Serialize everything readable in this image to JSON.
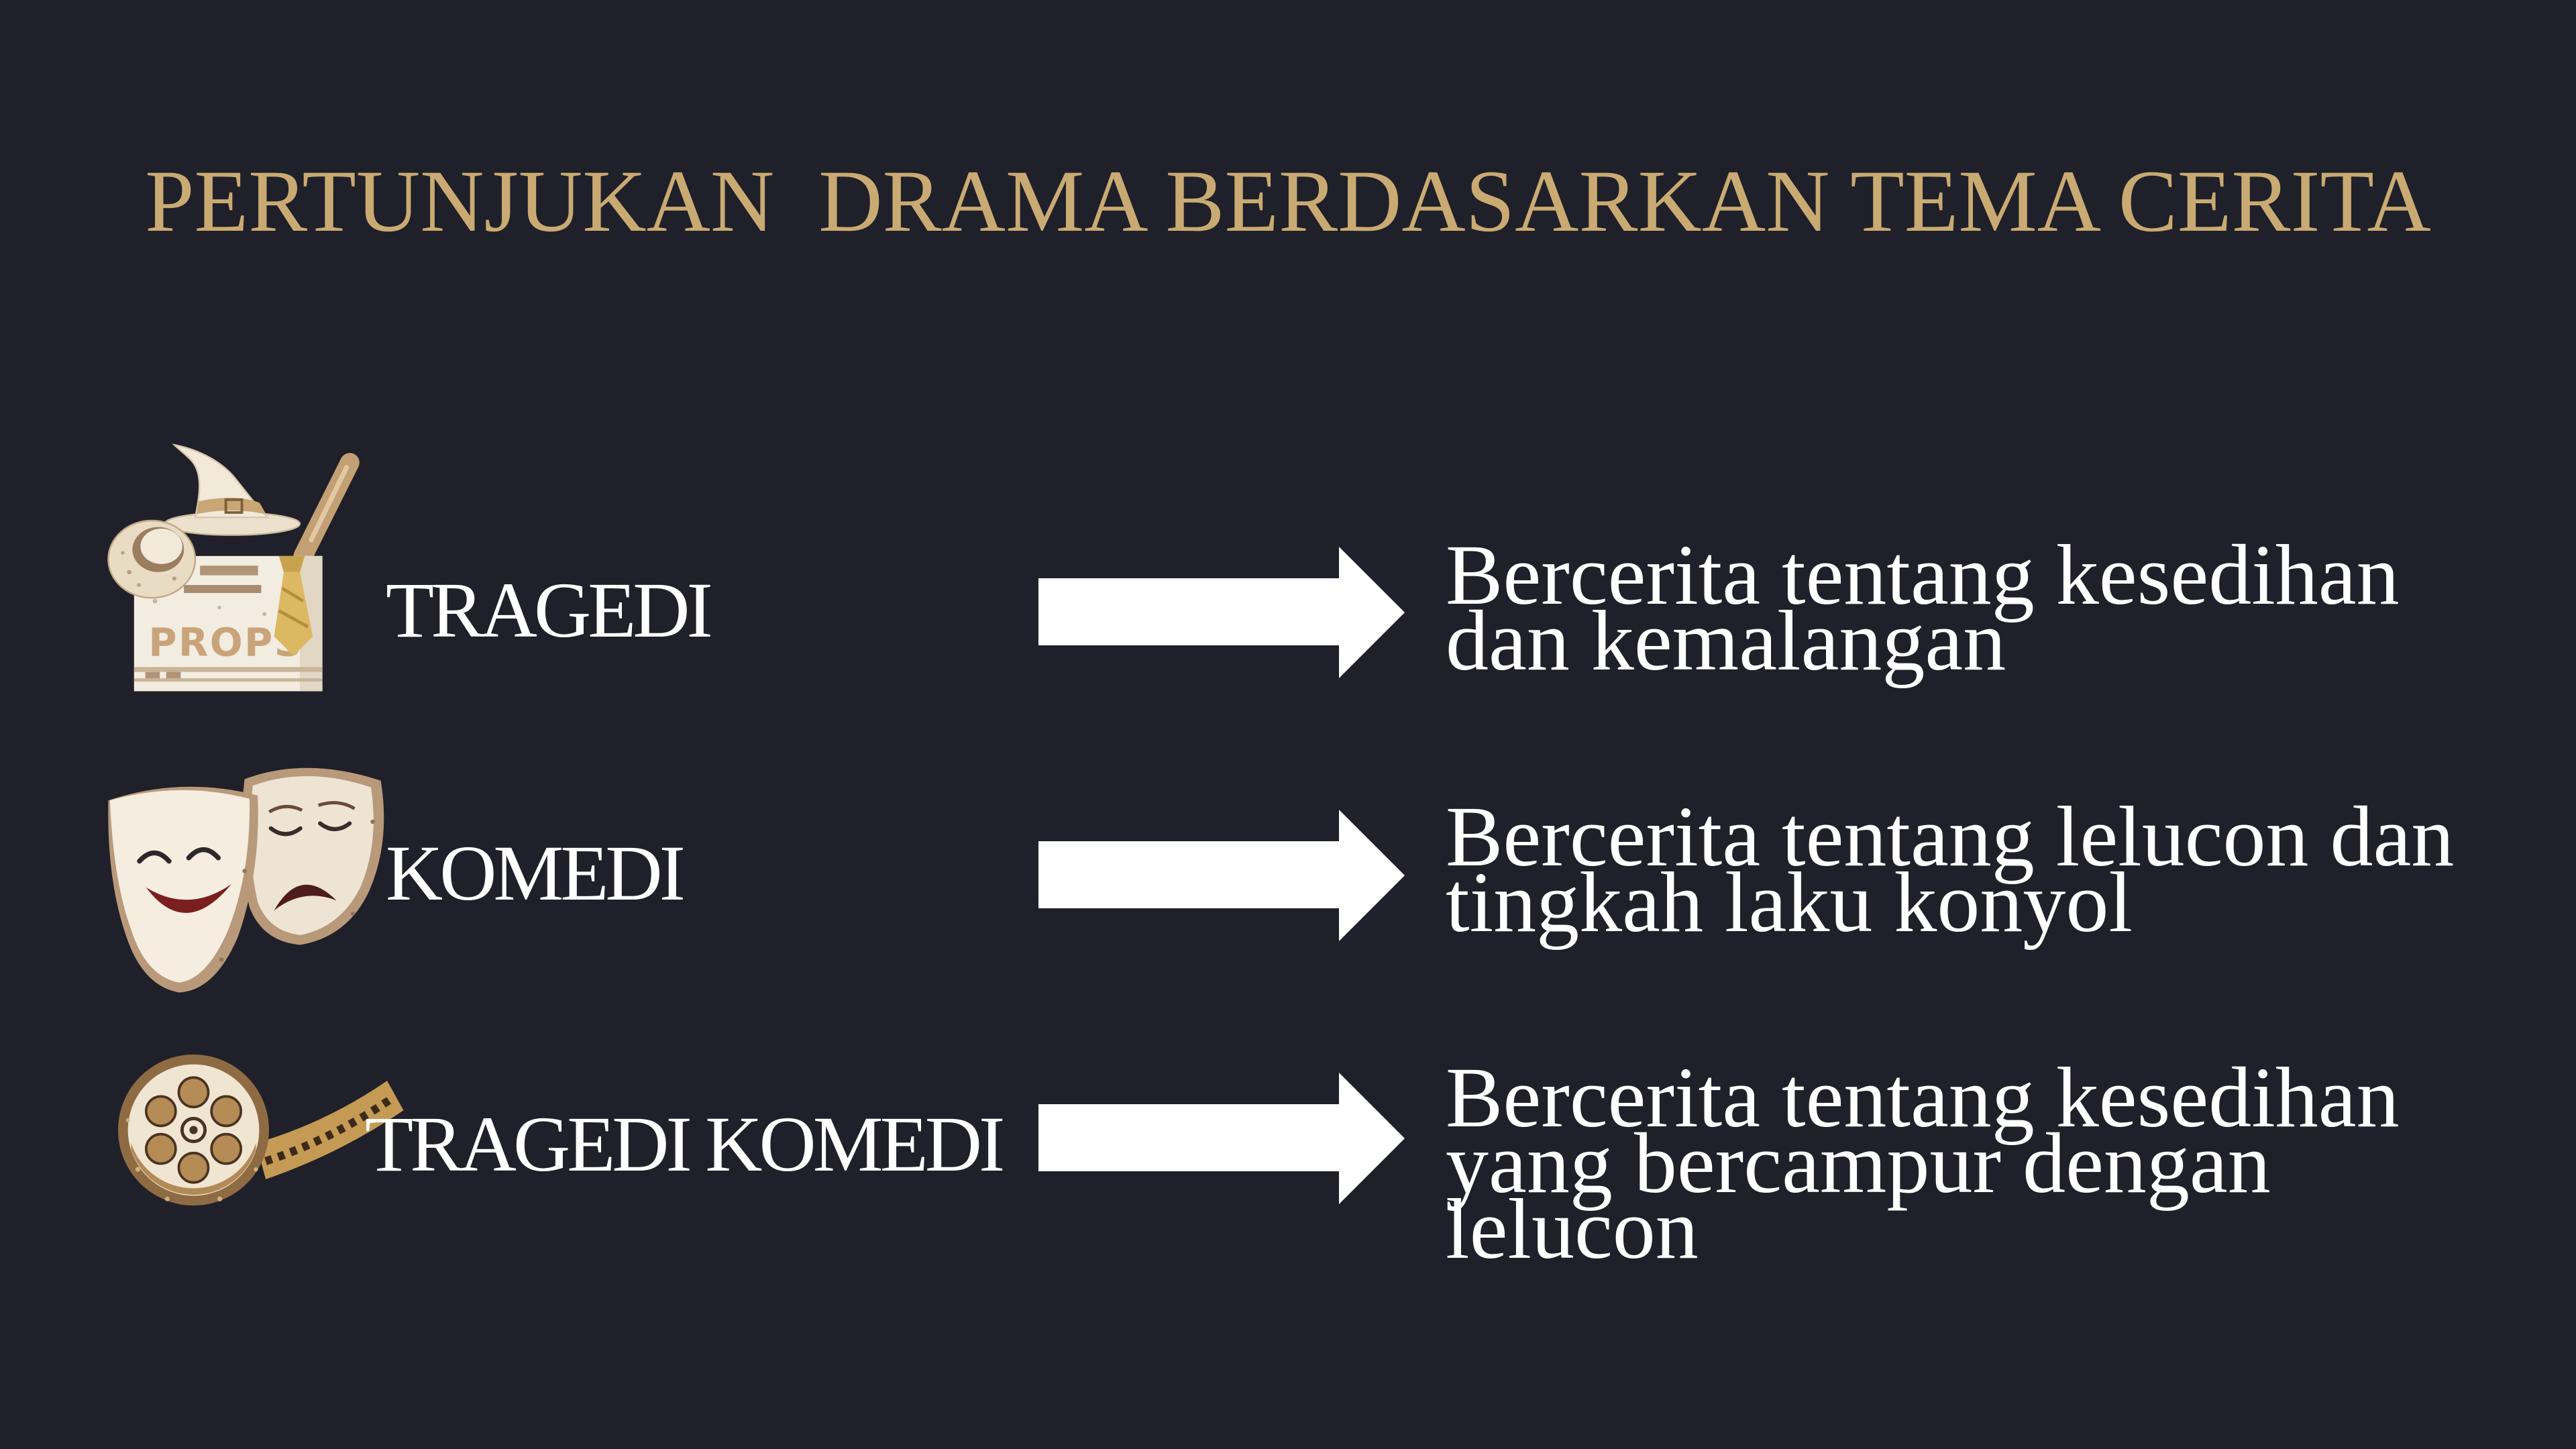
{
  "slide": {
    "title": "PERTUNJUKAN  DRAMA BERDASARKAN TEMA CERITA",
    "background_color": "#1f2029",
    "title_color": "#c9aa72",
    "text_color": "#ffffff",
    "arrow_color": "#ffffff"
  },
  "rows": [
    {
      "icon": "props-box-icon",
      "icon_text": "PROPS",
      "label": "TRAGEDI",
      "arrow": "right-arrow-icon",
      "description_lines": [
        "Bercerita tentang kesedihan",
        "dan kemalangan"
      ]
    },
    {
      "icon": "theater-masks-icon",
      "label": "KOMEDI",
      "arrow": "right-arrow-icon",
      "description_lines": [
        "Bercerita tentang lelucon dan",
        "tingkah laku konyol"
      ]
    },
    {
      "icon": "film-reel-icon",
      "label": "TRAGEDI KOMEDI",
      "arrow": "right-arrow-icon",
      "description_lines": [
        "Bercerita tentang kesedihan",
        "yang bercampur dengan",
        "lelucon"
      ]
    }
  ]
}
